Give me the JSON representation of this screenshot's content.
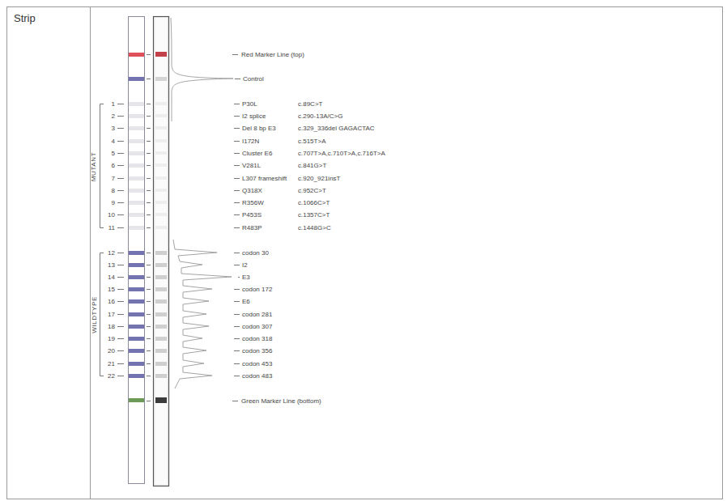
{
  "diagram": {
    "nodes": [
      {
        "text": [
          "Strip"
        ]
      }
    ],
    "labels": [
      "Red Marker Line (top)",
      "Control",
      "1",
      "2",
      "3",
      "4",
      "5",
      "6",
      "7",
      "8",
      "9",
      "10",
      "11",
      "MUTANT",
      "12",
      "13",
      "14",
      "15",
      "16",
      "17",
      "18",
      "19",
      "20",
      "21",
      "22",
      "WILDTYPE",
      "P30L",
      "I2 splice",
      "Del 8 bp E3",
      "I172N",
      "Cluster E6",
      "V281L",
      "L307 frameshift",
      "Q318X",
      "R356W",
      "P453S",
      "R483P",
      "c.89C>T",
      "c.290-13A/C>G",
      "c.329_336del GAGACTAC",
      "c.515T>A",
      "c.707T>A,c.710T>A,c.716T>A",
      "c.841G>T",
      "c.920_921insT",
      "c.952C>T",
      "c.1066C>T",
      "c.1357C>T",
      "c.1448G>C",
      "codon 30",
      "I2",
      "E3",
      "codon 172",
      "E6",
      "codon 281",
      "codon 307",
      "codon 318",
      "codon 356",
      "codon 453",
      "codon 483",
      "Green Marker Line (bottom)"
    ]
  }
}
